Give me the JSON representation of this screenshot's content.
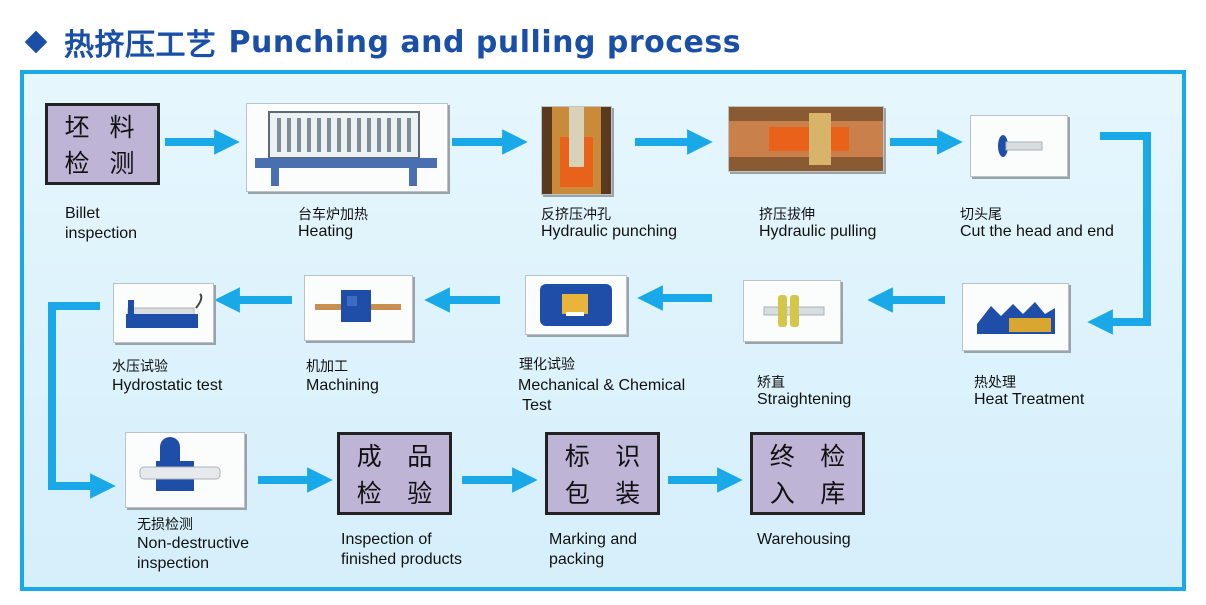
{
  "title": {
    "chinese": "热挤压工艺",
    "english": "Punching and pulling process"
  },
  "steps": {
    "billet": {
      "label_lines": [
        "坯 料",
        "检 测"
      ],
      "en": "Billet\ninspection"
    },
    "heating": {
      "cn": "台车炉加热",
      "en": "Heating"
    },
    "punching": {
      "cn": "反挤压冲孔",
      "en": "Hydraulic punching"
    },
    "pulling": {
      "cn": "挤压拔伸",
      "en": "Hydraulic pulling"
    },
    "cut": {
      "cn": "切头尾",
      "en": "Cut the head and end"
    },
    "heat_treatment": {
      "cn": "热处理",
      "en": "Heat Treatment"
    },
    "straightening": {
      "cn": "矫直",
      "en": "Straightening"
    },
    "mech_chem": {
      "cn": "理化试验",
      "en": "Mechanical & Chemical\n Test"
    },
    "machining": {
      "cn": "机加工",
      "en": "Machining"
    },
    "hydrostatic": {
      "cn": "水压试验",
      "en": "Hydrostatic test"
    },
    "ndt": {
      "cn": "无损检测",
      "en": "Non-destructive\ninspection"
    },
    "finished": {
      "chars": [
        "成",
        "品",
        "检",
        "验"
      ],
      "en": "Inspection of\nfinished products"
    },
    "marking": {
      "chars": [
        "标",
        "识",
        "包",
        "装"
      ],
      "en": "Marking and\npacking"
    },
    "warehousing": {
      "chars": [
        "终",
        "检",
        "入",
        "库"
      ],
      "en": "Warehousing"
    }
  },
  "colors": {
    "title": "#1a4fa8",
    "arrow": "#1aa9e8",
    "panel_border": "#1aa9e8",
    "text_box_fill": "#bdb4d6"
  }
}
